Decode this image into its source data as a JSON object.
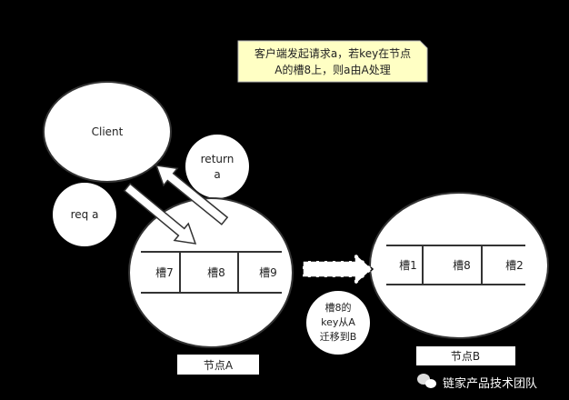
{
  "note": {
    "line1": "客户端发起请求a，若key在节点",
    "line2": "A的槽8上，则a由A处理"
  },
  "client": {
    "label": "Client"
  },
  "return_bubble": {
    "line1": "return",
    "line2": "a"
  },
  "req_bubble": {
    "label": "req a"
  },
  "node_a": {
    "slots": [
      "槽7",
      "槽8",
      "槽9"
    ],
    "label": "节点A"
  },
  "node_b": {
    "slots": [
      "槽1",
      "槽8",
      "槽2"
    ],
    "label": "节点B"
  },
  "migrate_bubble": {
    "line1": "槽8的",
    "line2": "key从A",
    "line3": "迁移到B"
  },
  "watermark": {
    "text": "链家产品技术团队",
    "icon": "wechat-icon"
  },
  "colors": {
    "background": "#000000",
    "note": "#ffffc4",
    "shape": "#ffffff"
  }
}
